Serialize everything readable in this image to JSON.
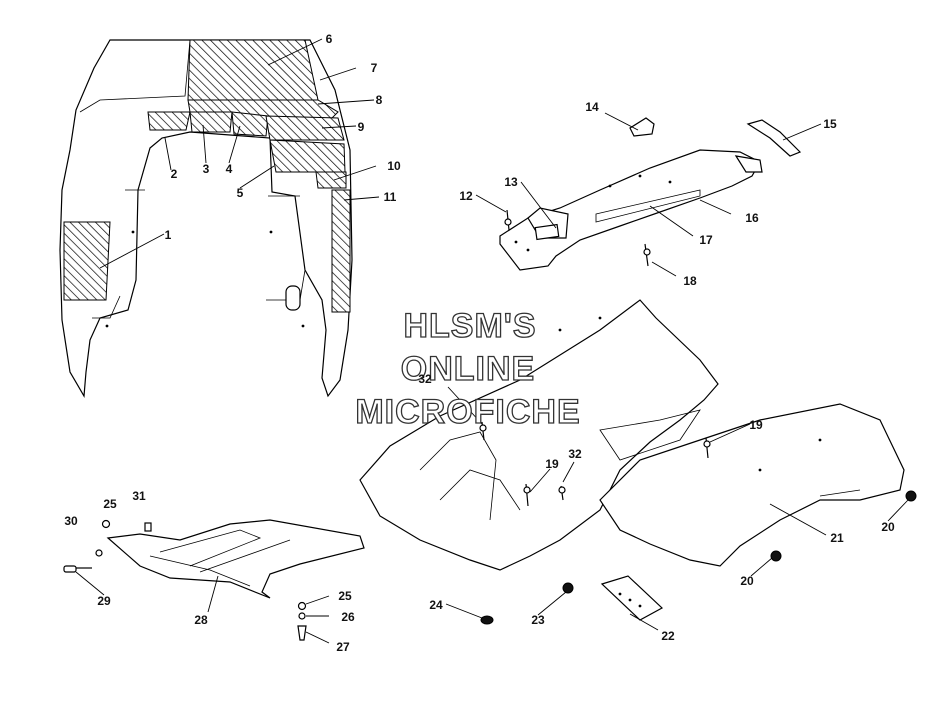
{
  "watermark": {
    "line1": "HLSM'S",
    "line2": "ONLINE",
    "line3": "MICROFICHE"
  },
  "callouts": [
    "1",
    "2",
    "3",
    "4",
    "5",
    "6",
    "7",
    "8",
    "9",
    "10",
    "11",
    "12",
    "13",
    "14",
    "15",
    "16",
    "17",
    "18",
    "19",
    "19",
    "20",
    "20",
    "21",
    "22",
    "23",
    "24",
    "25",
    "25",
    "26",
    "27",
    "28",
    "29",
    "30",
    "31",
    "32",
    "32"
  ]
}
